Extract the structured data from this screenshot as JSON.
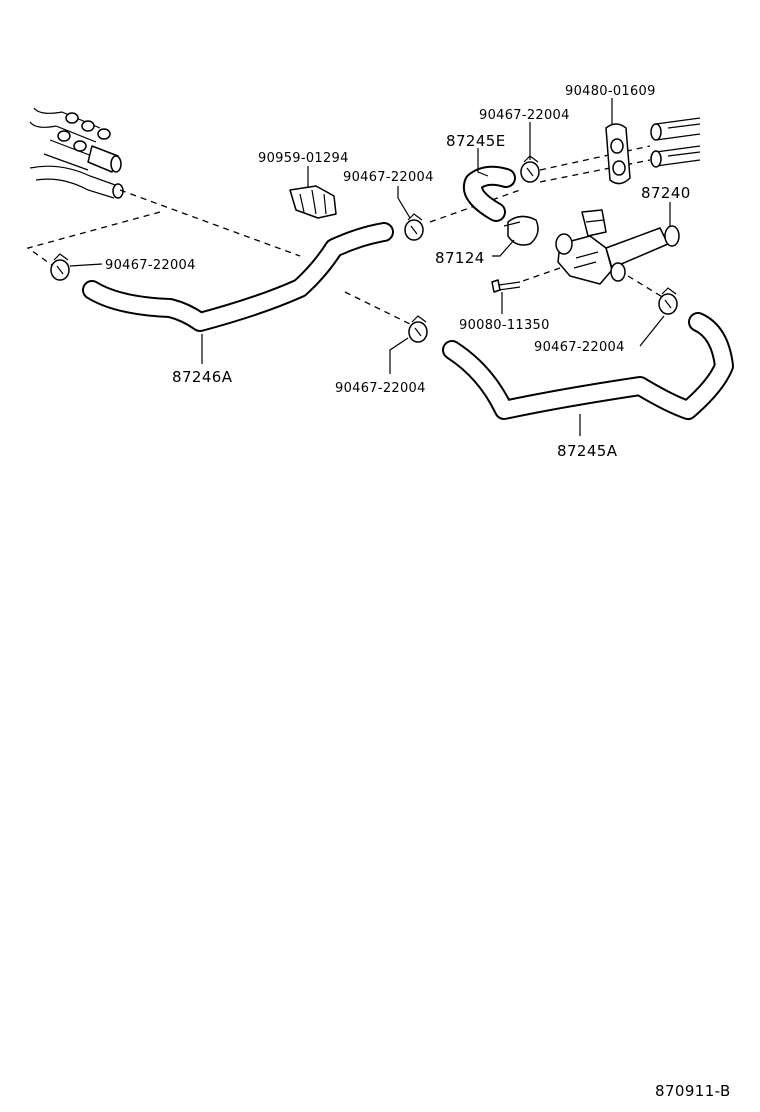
{
  "diagram_code": "870911-B",
  "labels": {
    "p90480_01609": "90480-01609",
    "p90467_22004_top": "90467-22004",
    "p87245E": "87245E",
    "p90959_01294": "90959-01294",
    "p90467_22004_mid": "90467-22004",
    "p87240": "87240",
    "p87124": "87124",
    "p90467_22004_left": "90467-22004",
    "p90080_11350": "90080-11350",
    "p90467_22004_right": "90467-22004",
    "p87246A": "87246A",
    "p90467_22004_center": "90467-22004",
    "p87245A": "87245A"
  }
}
